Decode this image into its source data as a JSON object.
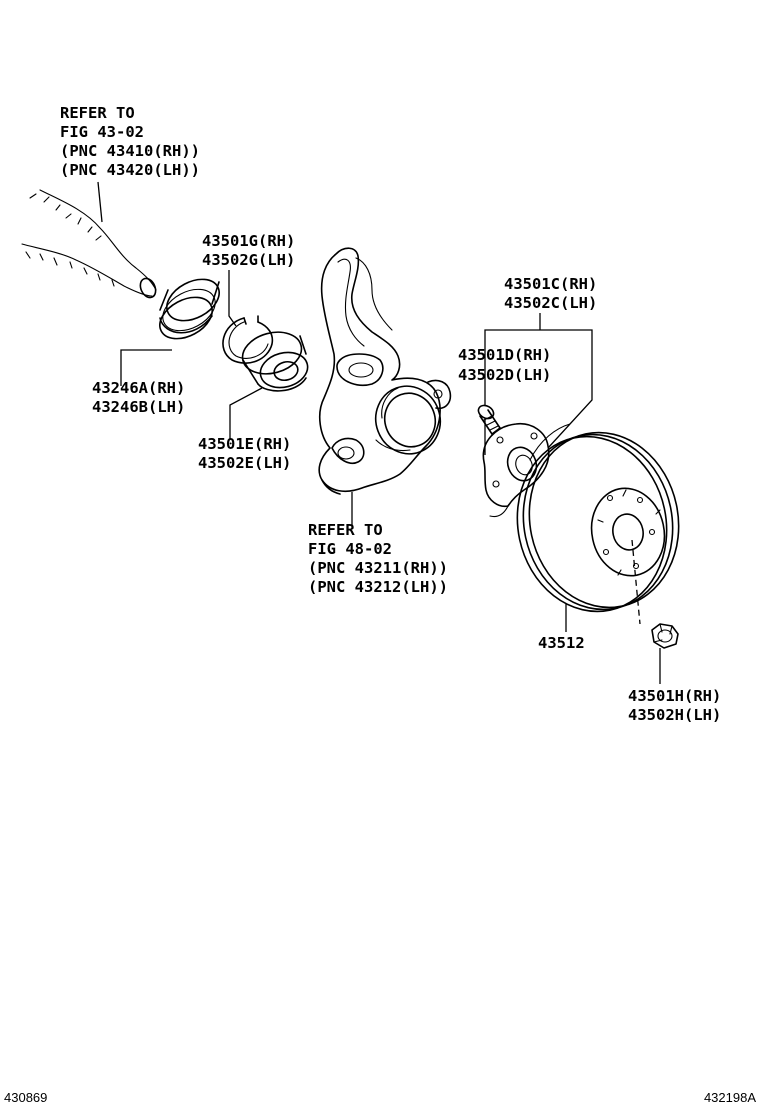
{
  "labels": {
    "refer_fig_43_02": [
      "REFER TO",
      "FIG 43-02",
      "(PNC 43410(RH))",
      "(PNC 43420(LH))"
    ],
    "dust_deflector": [
      "43246A(RH)",
      "43246B(LH)"
    ],
    "snap_ring": [
      "43501G(RH)",
      "43502G(LH)"
    ],
    "bearing": [
      "43501E(RH)",
      "43502E(LH)"
    ],
    "refer_fig_48_02": [
      "REFER TO",
      "FIG 48-02",
      "(PNC 43211(RH))",
      "(PNC 43212(LH))"
    ],
    "hub_assembly": [
      "43501C(RH)",
      "43502C(LH)"
    ],
    "hub_bolt": [
      "43501D(RH)",
      "43502D(LH)"
    ],
    "disc": [
      "43512"
    ],
    "hub_nut": [
      "43501H(RH)",
      "43502H(LH)"
    ]
  },
  "footer": {
    "left_code": "430869",
    "right_code": "432198A"
  }
}
